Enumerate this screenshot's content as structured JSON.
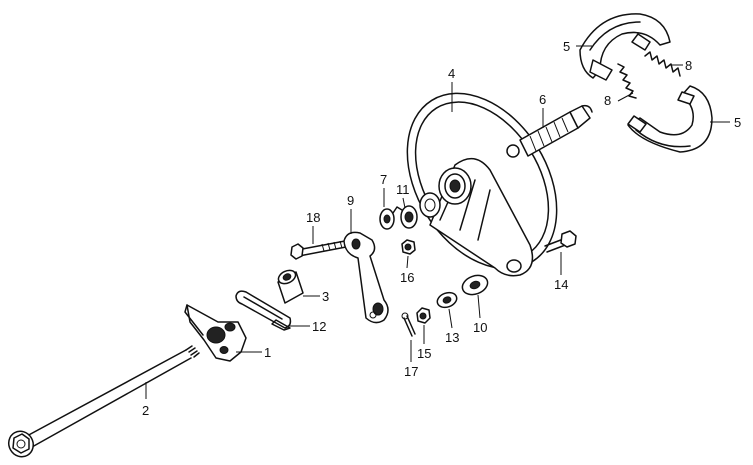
{
  "callouts": {
    "c1": "1",
    "c2": "2",
    "c3": "3",
    "c4": "4",
    "c5a": "5",
    "c5b": "5",
    "c6": "6",
    "c7": "7",
    "c8a": "8",
    "c8b": "8",
    "c9": "9",
    "c10": "10",
    "c11": "11",
    "c12": "12",
    "c13": "13",
    "c14": "14",
    "c15": "15",
    "c16": "16",
    "c17": "17",
    "c18": "18"
  }
}
